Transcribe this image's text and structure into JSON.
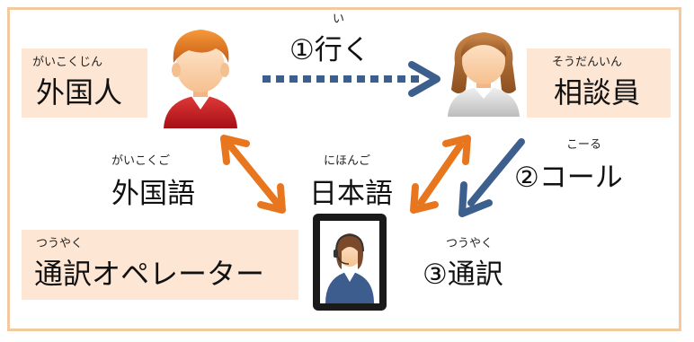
{
  "foreigner": {
    "ruby": "がいこくじん",
    "label": "外国人"
  },
  "consultant": {
    "ruby": "そうだんいん",
    "label": "相談員"
  },
  "operator": {
    "ruby": "つうやく",
    "label": "通訳オペレーター"
  },
  "step1": {
    "ruby": "い",
    "label": "①行く"
  },
  "step2": {
    "ruby": "こーる",
    "label": "②コール"
  },
  "step3": {
    "ruby": "つうやく",
    "label": "③通訳"
  },
  "foreign_language": {
    "ruby": "がいこくご",
    "label": "外国語"
  },
  "japanese": {
    "ruby": "にほんご",
    "label": "日本語"
  },
  "colors": {
    "frame": "#f2c9a0",
    "box": "#fde6d4",
    "orange_arrow": "#e8761e",
    "blue_arrow": "#3d5f8e"
  }
}
